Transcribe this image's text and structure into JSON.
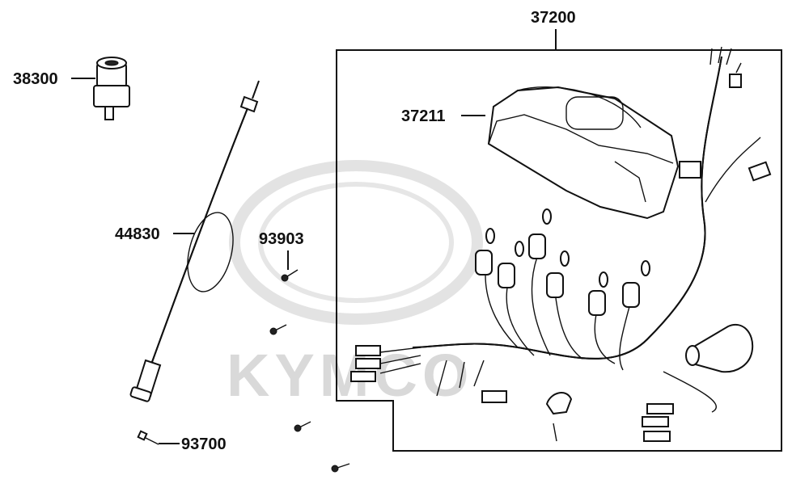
{
  "watermark": {
    "brand": "KYMCO"
  },
  "parts": {
    "p38300": "38300",
    "p44830": "44830",
    "p93903": "93903",
    "p93700": "93700",
    "p37200": "37200",
    "p37211": "37211"
  }
}
